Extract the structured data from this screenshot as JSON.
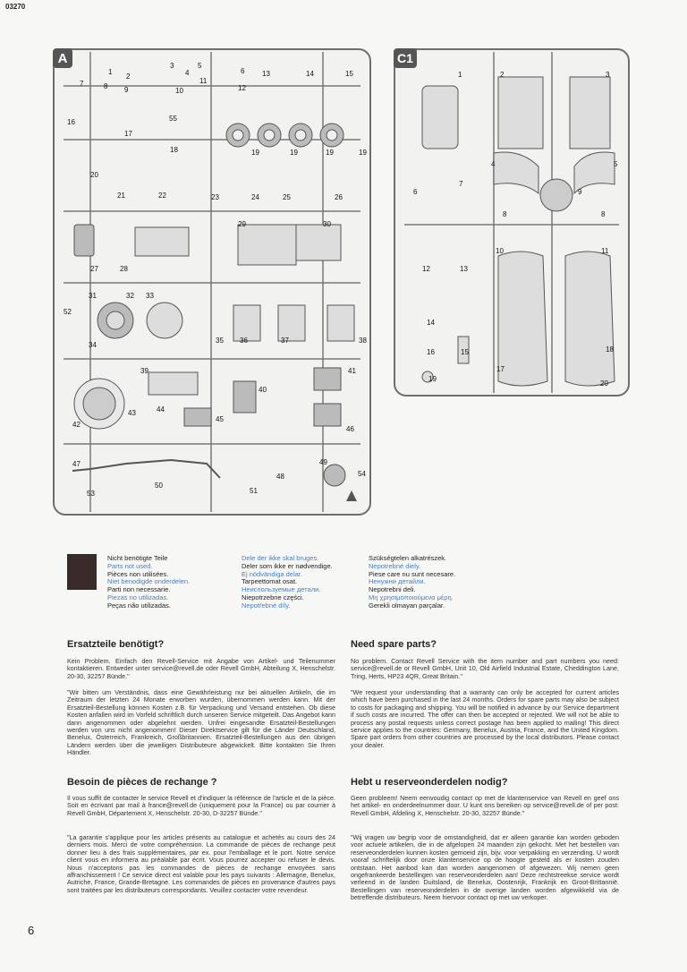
{
  "page_code": "03270",
  "page_number": "6",
  "sprues": {
    "a": {
      "label": "A",
      "parts": [
        "1",
        "2",
        "3",
        "4",
        "5",
        "6",
        "7",
        "8",
        "9",
        "10",
        "11",
        "12",
        "13",
        "14",
        "15",
        "16",
        "17",
        "55",
        "18",
        "19",
        "19",
        "19",
        "19",
        "20",
        "21",
        "22",
        "23",
        "24",
        "25",
        "26",
        "27",
        "28",
        "29",
        "30",
        "31",
        "32",
        "33",
        "52",
        "34",
        "35",
        "36",
        "37",
        "38",
        "39",
        "40",
        "41",
        "42",
        "43",
        "44",
        "45",
        "46",
        "47",
        "48",
        "49",
        "50",
        "51",
        "53",
        "54"
      ]
    },
    "c1": {
      "label": "C1",
      "parts": [
        "1",
        "2",
        "3",
        "4",
        "5",
        "6",
        "7",
        "8",
        "8",
        "9",
        "10",
        "11",
        "12",
        "13",
        "14",
        "15",
        "16",
        "17",
        "18",
        "19",
        "20"
      ]
    }
  },
  "legend": {
    "col1": [
      {
        "text": "Nicht benötigte Teile",
        "blue": false
      },
      {
        "text": "Parts not used.",
        "blue": true
      },
      {
        "text": "Pièces non utilisées.",
        "blue": false
      },
      {
        "text": "Niet benodigde onderdelen.",
        "blue": true
      },
      {
        "text": "Parti non necessarie.",
        "blue": false
      },
      {
        "text": "Piezas no utilizadas.",
        "blue": true
      },
      {
        "text": "Peças não utilizadas.",
        "blue": false
      }
    ],
    "col2": [
      {
        "text": "Dele der ikke skal bruges.",
        "blue": true
      },
      {
        "text": "Deler som ikke er nødvendige.",
        "blue": false
      },
      {
        "text": "Ej nödvändiga delar.",
        "blue": true
      },
      {
        "text": "Tarpeettomat osat.",
        "blue": false
      },
      {
        "text": "Неиспользуемые детали.",
        "blue": true
      },
      {
        "text": "Niepotrzebne części.",
        "blue": false
      },
      {
        "text": "Nepotřebné díly.",
        "blue": true
      }
    ],
    "col3": [
      {
        "text": "Szükségtelen alkatrészek.",
        "blue": false
      },
      {
        "text": "Nepotrebné diely.",
        "blue": true
      },
      {
        "text": "Piese care nu sunt necesare.",
        "blue": false
      },
      {
        "text": "Ненужни детайли.",
        "blue": true
      },
      {
        "text": "Nepotrebni deli.",
        "blue": false
      },
      {
        "text": "Μη χρησιμοποιούμενα μέρη.",
        "blue": true
      },
      {
        "text": "Gerekli olmayan parçalar.",
        "blue": false
      }
    ]
  },
  "sections": {
    "de": {
      "title": "Ersatzteile benötigt?",
      "p1": "Kein Problem. Einfach den Revell-Service mit Angabe von Artikel- und Teilenummer kontaktieren. Entweder unter service@revell.de oder Revell GmbH, Abteilung X, Henschelstr. 20-30, 32257 Bünde.\"",
      "p2": "\"Wir bitten um Verständnis, dass eine Gewährleistung nur bei aktuellen Artikeln, die im Zeitraum der letzten 24 Monate erworben wurden, übernommen werden kann. Mit der Ersatzteil-Bestellung können Kosten z.B. für Verpackung und Versand entstehen. Ob diese Kosten anfallen wird im Vorfeld schriftlich durch unseren Service mitgeteilt. Das Angebot kann dann angenommen oder abgelehnt werden. Unfrei eingesandte Ersatzteil-Bestellungen werden von uns nicht angenommen! Dieser Direktservice gilt für die Länder Deutschland, Benelux, Österreich, Frankreich, Großbritannien. Ersatzteil-Bestellungen aus den übrigen Ländern werden über die jeweiligen Distributeure abgewickelt. Bitte kontakten Sie Ihren Händler."
    },
    "en": {
      "title": "Need spare parts?",
      "p1": "No problem. Contact Revell Service with the item number and part numbers you need: service@revell.de or Revell GmbH, Unit 10, Old Airfield Industrial Estate, Cheddington Lane, Tring, Herts, HP23 4QR, Great Britain.\"",
      "p2": "\"We request your understanding that a warranty can only be accepted for current articles which have been purchased in the last 24 months. Orders for spare parts may also be subject to costs for packaging and shipping. You will be notified in advance by our Service department if such costs are incurred. The offer can then be accepted or rejected. We will not be able to process any postal requests unless correct postage has been applied to mailing! This direct service applies to the countries: Germany, Benelux, Austria, France, and the United Kingdom. Spare part orders from other countries are processed by the local distributors. Please contact your dealer."
    },
    "fr": {
      "title": "Besoin de pièces de rechange ?",
      "p1": "Il vous suffit de contacter le service Revell et d'indiquer la référence de l'article et de la pièce. Soit en écrivant par mail à france@revell.de (uniquement pour la France) ou par courrier à Revell GmbH, Département X, Henschelstr. 20-30, D-32257 Bünde.\"",
      "p2": "\"La garantie s'applique pour les articles présents au catalogue et achetés au cours des 24 derniers mois. Merci de votre compréhension. La commande de pièces de rechange peut donner lieu à des frais supplémentaires, par ex. pour l'emballage et le port. Notre service client vous en informera au préalable par écrit. Vous pourrez accepter ou refuser le devis. Nous n'acceptons pas les commandes de pièces de rechange envoyées sans affranchissement ! Ce service direct est valable pour les pays suivants : Allemagne, Benelux, Autriche, France, Grande-Bretagne. Les commandes de pièces en provenance d'autres pays sont traitées par les distributeurs correspondants. Veuillez contacter votre revendeur."
    },
    "nl": {
      "title": "Hebt u reserveonderdelen nodig?",
      "p1": "Geen probleem! Neem eenvoudig contact op met de klantenservice van Revell en geef ons het artikel- en onderdeelnummer door. U kunt ons bereiken op service@revell.de of per post: Revell GmbH, Afdeling X, Henschelstr. 20-30, 32257 Bünde.\"",
      "p2": "\"Wij vragen uw begrip voor de omstandigheid, dat er alleen garantie kan worden geboden voor actuele artikelen, die in de afgelopen 24 maanden zijn gekocht. Met het bestellen van reserveonderdelen kunnen kosten gemoeid zijn, bijv. voor verpakking en verzending. U wordt vooraf schriftelijk door onze klantenservice op de hoogte gesteld als er kosten zouden ontstaan. Het aanbod kan dan worden aangenomen of afgewezen. Wij nemen geen ongefrankeerde bestellingen van reserveonderdelen aan! Deze rechtstreekse service wordt verleend in de landen Duitsland, de Benelux, Oostenrijk, Frankrijk en Groot-Brittannië. Bestellingen van reserveonderdelen in de overige landen worden afgewikkeld via de betreffende distributeurs. Neem hiervoor contact op met uw verkoper."
    }
  }
}
